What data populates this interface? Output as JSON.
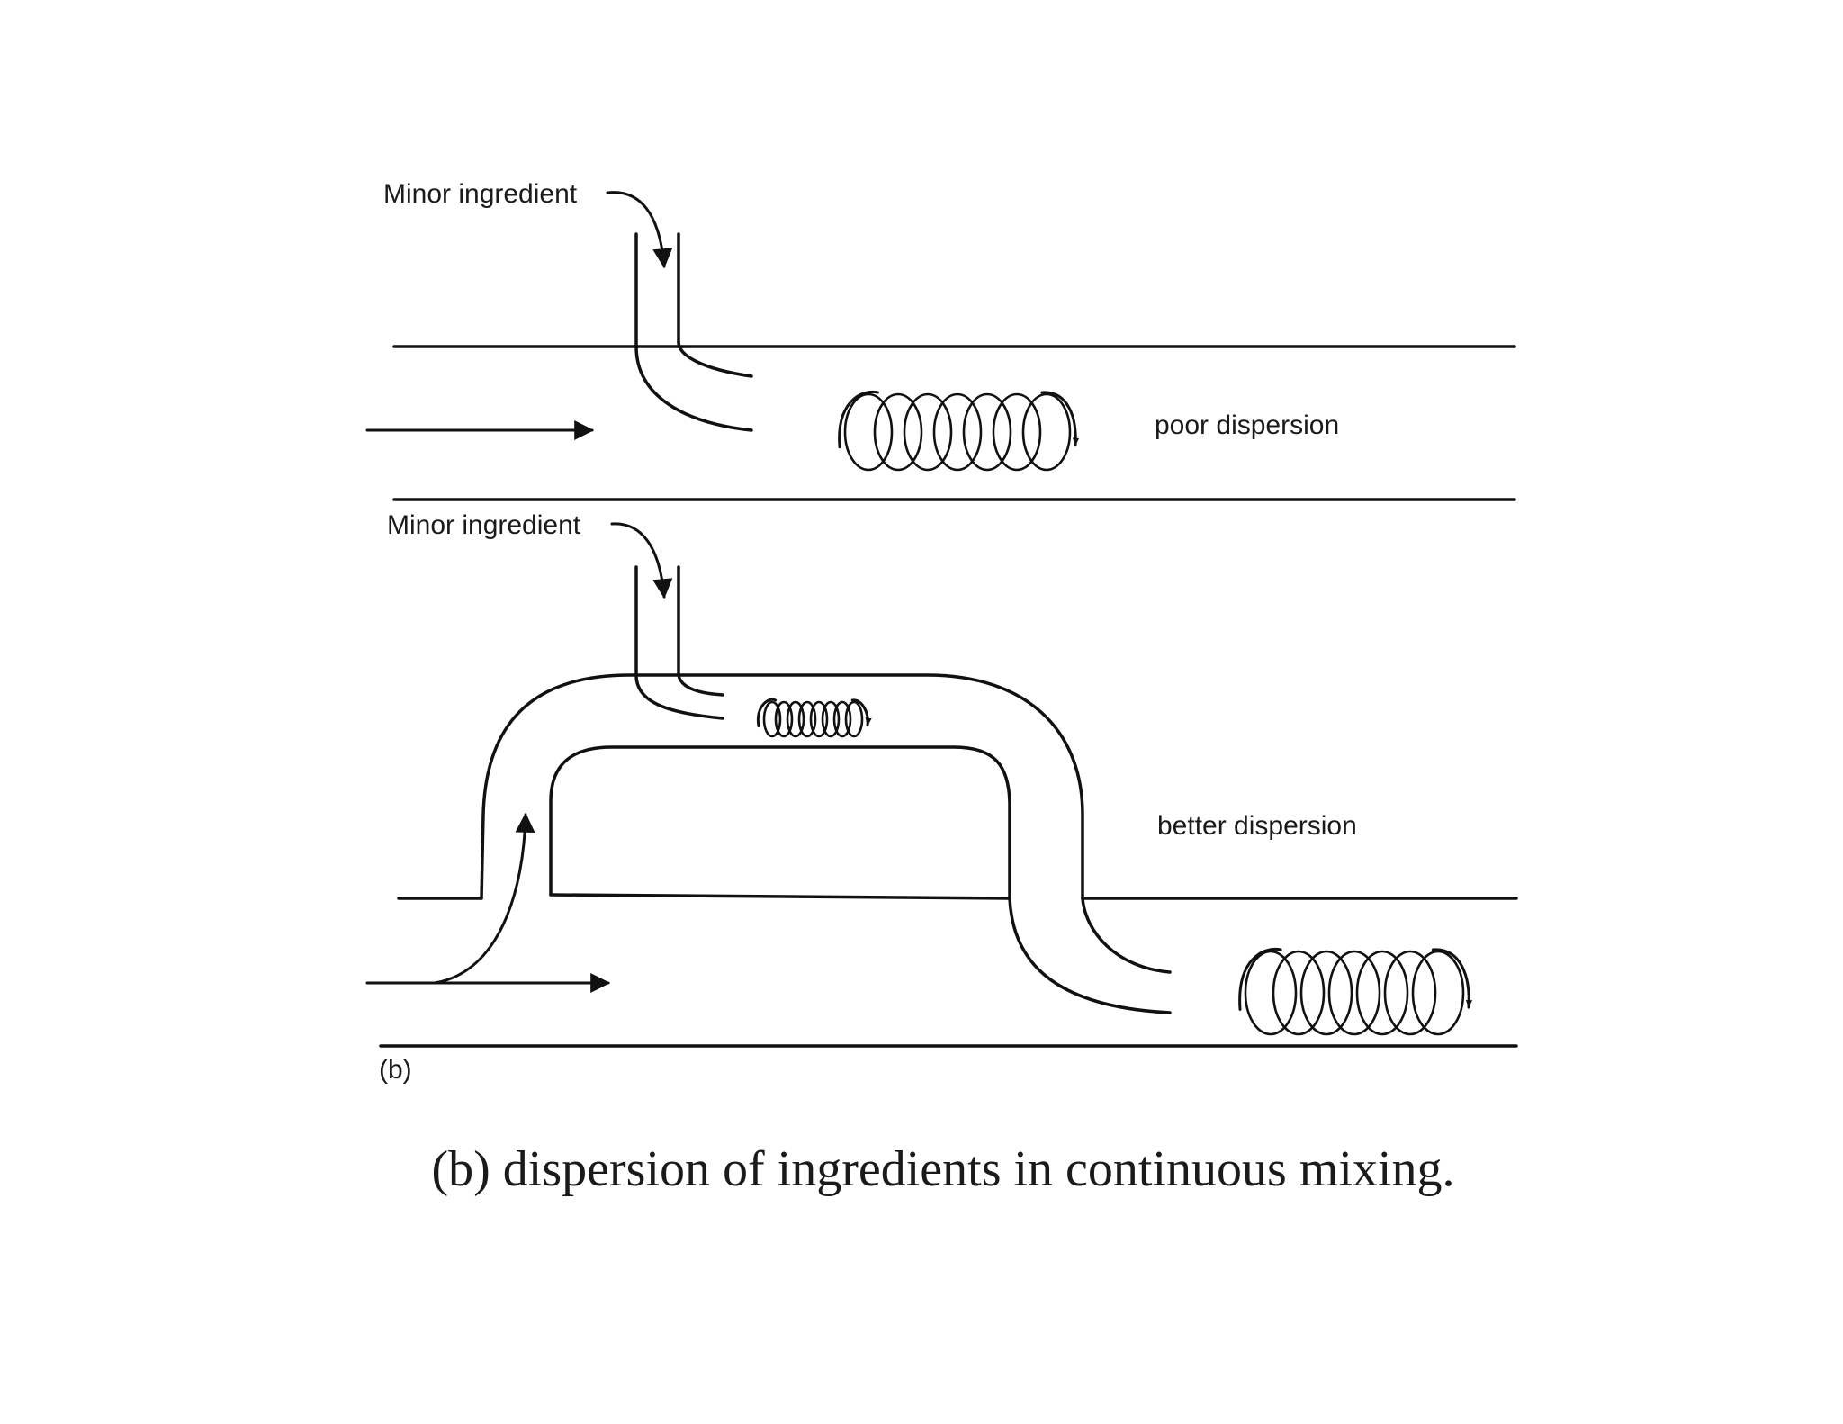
{
  "diagram": {
    "top": {
      "input_label": "Minor ingredient",
      "result_label": "poor dispersion"
    },
    "bottom": {
      "input_label": "Minor ingredient",
      "result_label": "better dispersion"
    },
    "panel_tag": "(b)",
    "caption": "(b) dispersion of ingredients in continuous mixing.",
    "colors": {
      "ink": "#111111",
      "background": "#ffffff"
    }
  }
}
